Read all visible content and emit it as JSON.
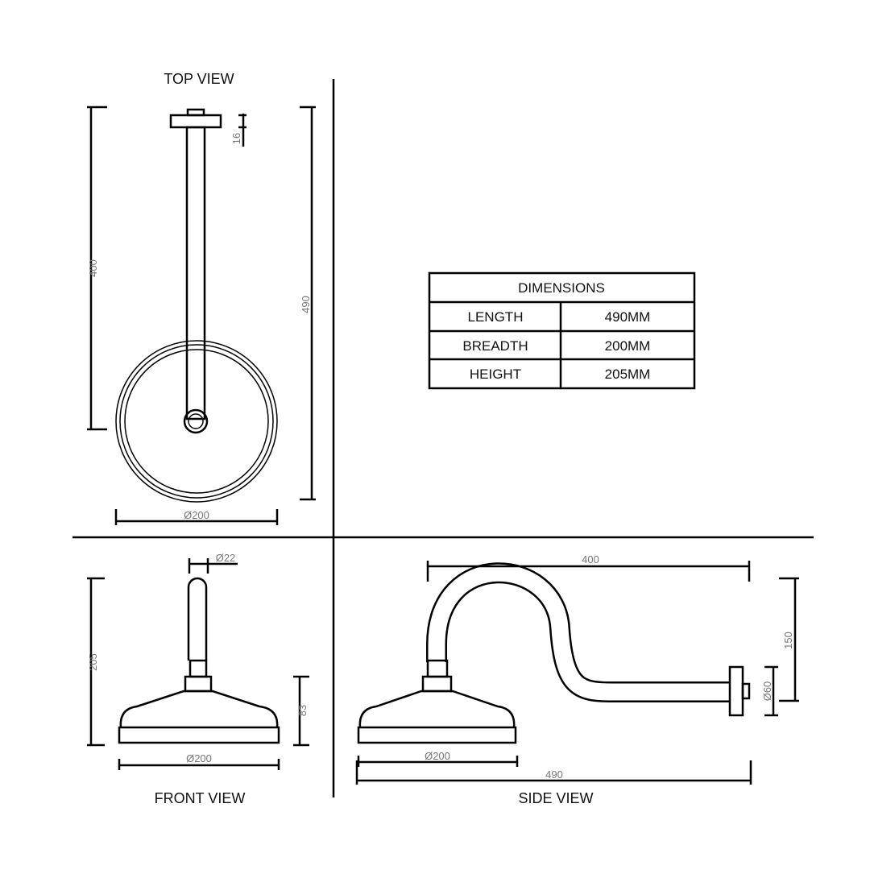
{
  "views": {
    "top": "TOP VIEW",
    "front": "FRONT VIEW",
    "side": "SIDE VIEW"
  },
  "dimensions_top": {
    "arm_length": "400",
    "total_length": "490",
    "plate_thickness": "16",
    "head_diameter": "Ø200"
  },
  "dimensions_front": {
    "pipe_diameter": "Ø22",
    "height": "205",
    "head_height": "83",
    "head_diameter": "Ø200"
  },
  "dimensions_side": {
    "arm_reach": "400",
    "drop": "150",
    "plate_diameter": "Ø60",
    "head_diameter": "Ø200",
    "total_length": "490"
  },
  "table": {
    "header": "DIMENSIONS",
    "rows": [
      {
        "label": "LENGTH",
        "value": "490MM"
      },
      {
        "label": "BREADTH",
        "value": "200MM"
      },
      {
        "label": "HEIGHT",
        "value": "205MM"
      }
    ]
  }
}
